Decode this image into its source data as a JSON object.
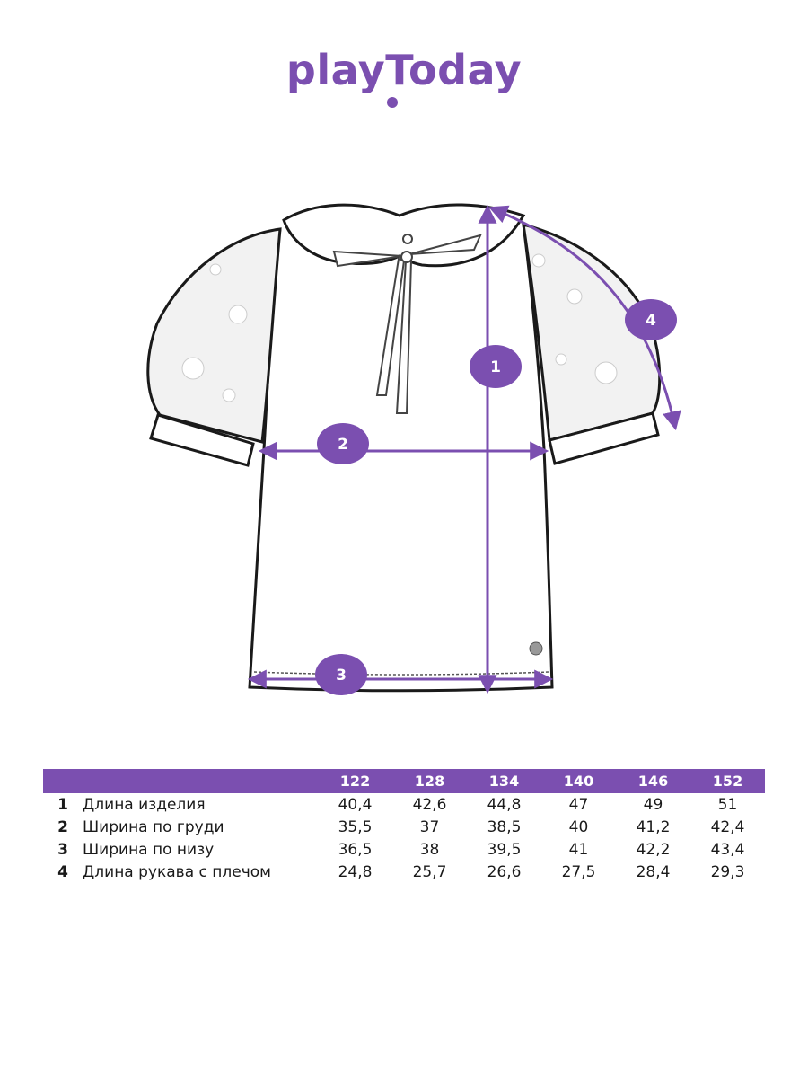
{
  "brand": {
    "logo_text": "playToday",
    "color": "#7b4fb0"
  },
  "markers": [
    "1",
    "2",
    "3",
    "4"
  ],
  "table": {
    "sizes": [
      "122",
      "128",
      "134",
      "140",
      "146",
      "152"
    ],
    "rows": [
      {
        "num": "1",
        "label": "Длина изделия",
        "values": [
          "40,4",
          "42,6",
          "44,8",
          "47",
          "49",
          "51"
        ]
      },
      {
        "num": "2",
        "label": "Ширина по груди",
        "values": [
          "35,5",
          "37",
          "38,5",
          "40",
          "41,2",
          "42,4"
        ]
      },
      {
        "num": "3",
        "label": "Ширина по низу",
        "values": [
          "36,5",
          "38",
          "39,5",
          "41",
          "42,2",
          "43,4"
        ]
      },
      {
        "num": "4",
        "label": "Длина рукава с плечом",
        "values": [
          "24,8",
          "25,7",
          "26,6",
          "27,5",
          "28,4",
          "29,3"
        ]
      }
    ]
  }
}
